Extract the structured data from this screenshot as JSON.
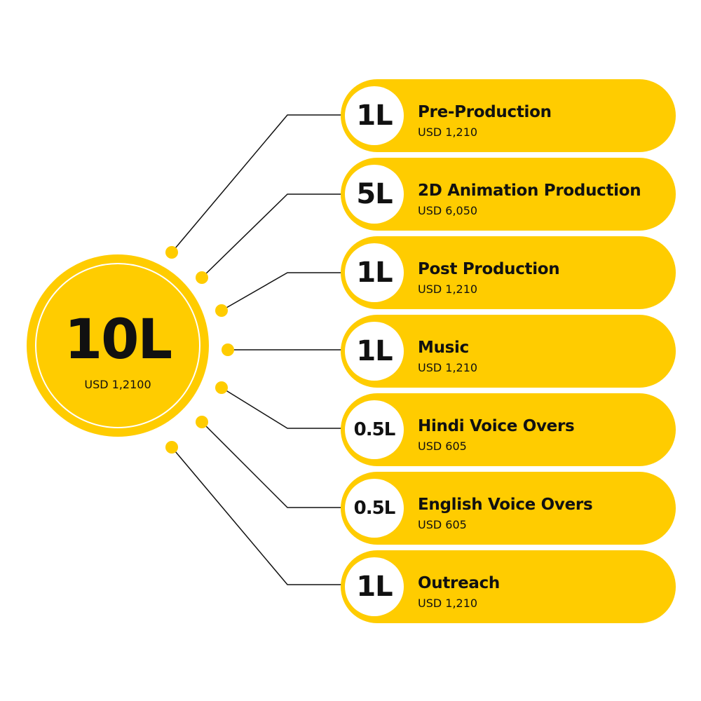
{
  "hub": {
    "value": "10L",
    "usd": "USD 1,2100"
  },
  "items": [
    {
      "badge": "1L",
      "title": "Pre-Production",
      "usd": "USD 1,210"
    },
    {
      "badge": "5L",
      "title": "2D Animation Production",
      "usd": "USD 6,050"
    },
    {
      "badge": "1L",
      "title": "Post Production",
      "usd": "USD 1,210"
    },
    {
      "badge": "1L",
      "title": "Music",
      "usd": "USD 1,210"
    },
    {
      "badge": "0.5L",
      "title": "Hindi Voice Overs",
      "usd": "USD 605"
    },
    {
      "badge": "0.5L",
      "title": "English Voice Overs",
      "usd": "USD 605"
    },
    {
      "badge": "1L",
      "title": "Outreach",
      "usd": "USD 1,210"
    }
  ],
  "colors": {
    "accent": "#FFCC00",
    "text": "#111111",
    "line": "#111111",
    "background": "#FFFFFF"
  }
}
